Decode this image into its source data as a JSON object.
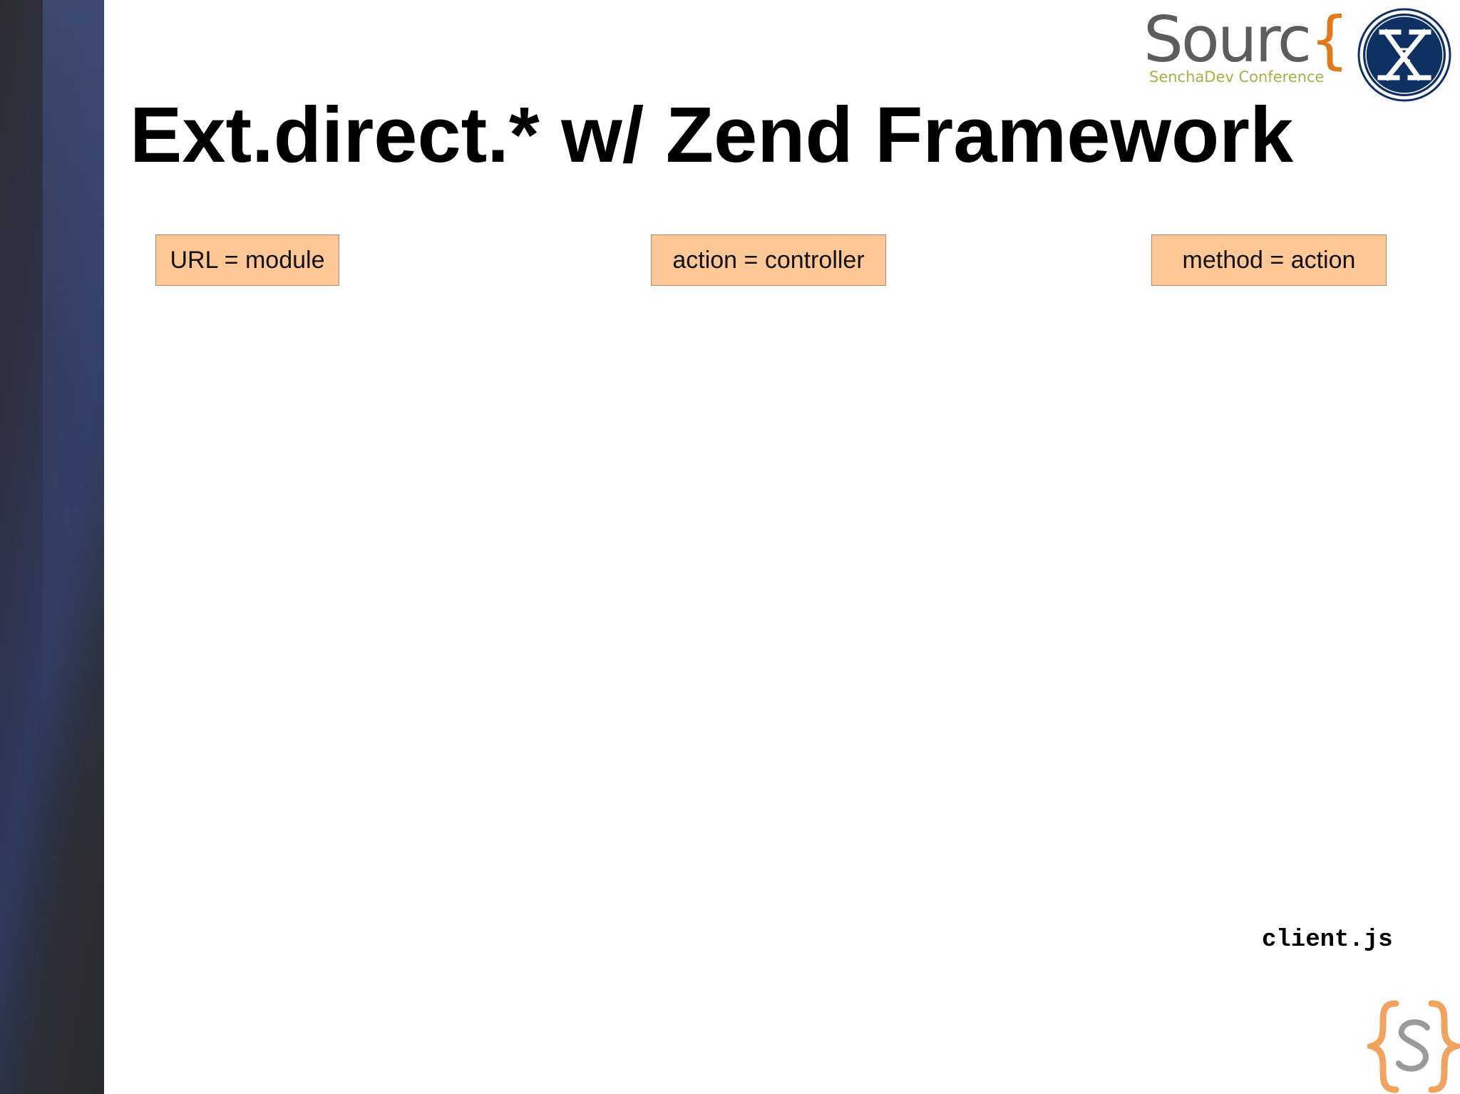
{
  "slide": {
    "title": "Ext.direct.* w/ Zend Framework",
    "mappings": [
      {
        "label": "URL = module"
      },
      {
        "label": "action = controller"
      },
      {
        "label": "method = action"
      }
    ],
    "filename": "client.js"
  },
  "branding": {
    "logo_word": "Sourc",
    "logo_brace": "{",
    "logo_subtitle": "SenchaDev Conference",
    "kk_logo_icon": "kk-monogram-icon",
    "bottom_logo_icon": "sencha-brace-s-icon",
    "colors": {
      "box_fill": "#fdc896",
      "brace_orange": "#e07b1c",
      "subtitle_green": "#a6b046",
      "kk_navy": "#0f3063"
    }
  }
}
